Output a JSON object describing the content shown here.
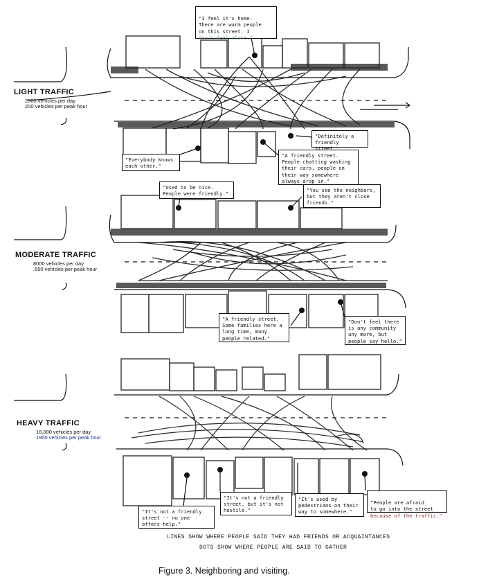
{
  "sections": [
    {
      "title": "LIGHT TRAFFIC",
      "per_day": "2000  vehicles per day",
      "per_peak": "200  vehicles per peak hour"
    },
    {
      "title": "MODERATE TRAFFIC",
      "per_day": "8000  vehicles per day",
      "per_peak": ".550  vehicles per peak hour"
    },
    {
      "title": "HEAVY TRAFFIC",
      "per_day": "16,000  vehicles per day",
      "per_peak": "1900  vehicles per peak hour"
    }
  ],
  "quotes": {
    "light_home_a": "\"I feel it's home.\nThere are warm people\non this street.  I",
    "light_home_b": "don't feel alone.\"",
    "light_friendly_def": "\"Definitely a\nfriendly street.\"",
    "light_knows": "\"Everybody knows\neach other.\"",
    "light_chatting": "\"A friendly street.\nPeople chatting washing\ntheir cars, people on\ntheir way somewhere\nalways drop in.\"",
    "mod_nice": "\"Used to be nice.\nPeople were friendly.\"",
    "mod_neighbors": "\"You see the neighbors,\nbut they aren't close\nfriends.\"",
    "mod_families": "\"A friendly street.\nSome families here a\nlong time, many\npeople related.\"",
    "mod_community": "\"Don't feel there\nis any community\nany more, but\npeople say hello.\"",
    "heavy_not_friendly_help": "\"It's not a friendly\nstreet -- no one\noffers help.\"",
    "heavy_not_hostile": "\"It's not a friendly\nstreet, but it's not\nhostile.\"",
    "heavy_pedestrians": "\"It's used by\npedestrians on their\nway to somewhere.\"",
    "heavy_afraid_a": "\"People are afraid\nto go into the street",
    "heavy_afraid_b": "because of the traffic.\""
  },
  "legend": {
    "lines": "LINES SHOW WHERE PEOPLE SAID THEY HAD FRIENDS OR ACQUAINTANCES",
    "dots": "DOTS SHOW WHERE PEOPLE ARE SAID TO GATHER"
  },
  "caption": "Figure 3.  Neighboring and visiting.",
  "colors": {
    "ink": "#111111",
    "blue_stat": "#1f2f8a",
    "faded_text": "#6a8a8f",
    "red_text": "#8a2b2b",
    "paper": "#ffffff"
  }
}
